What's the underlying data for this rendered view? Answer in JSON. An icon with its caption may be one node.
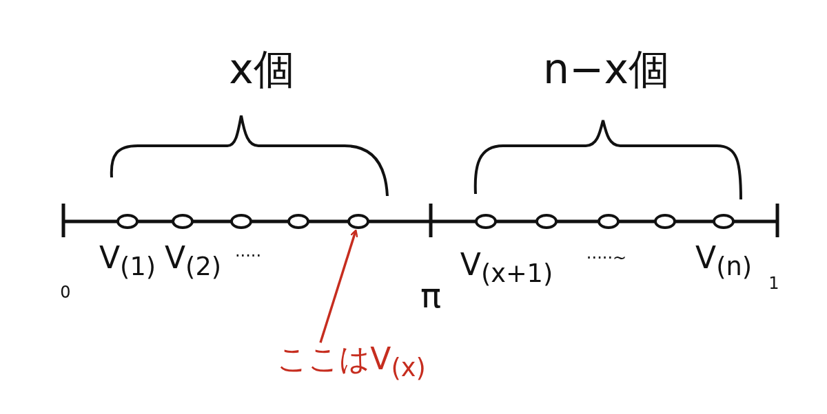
{
  "diagram": {
    "nodes": [
      {
        "text": [],
        "shape": "circle"
      },
      {
        "text": [],
        "shape": "circle"
      },
      {
        "text": [],
        "shape": "circle"
      },
      {
        "text": [],
        "shape": "circle"
      },
      {
        "text": [],
        "shape": "circle"
      },
      {
        "text": [],
        "shape": "circle"
      },
      {
        "text": [],
        "shape": "circle"
      },
      {
        "text": [],
        "shape": "circle"
      },
      {
        "text": [],
        "shape": "circle"
      },
      {
        "text": [],
        "shape": "circle"
      },
      {
        "text": [
          "ここはV$_{(x)}$"
        ]
      }
    ],
    "edges": [
      {
        "from": 10,
        "to": 4,
        "arrow": "to",
        "color": "#c62d1f"
      }
    ],
    "labels": [
      "x個",
      "n−x個",
      "V$_{(1)}$",
      "V$_{(2)}$",
      "·····",
      "V$_{(x+1)}$",
      "·····~",
      "V$_{(n)}$",
      "0",
      "1",
      "π"
    ]
  }
}
